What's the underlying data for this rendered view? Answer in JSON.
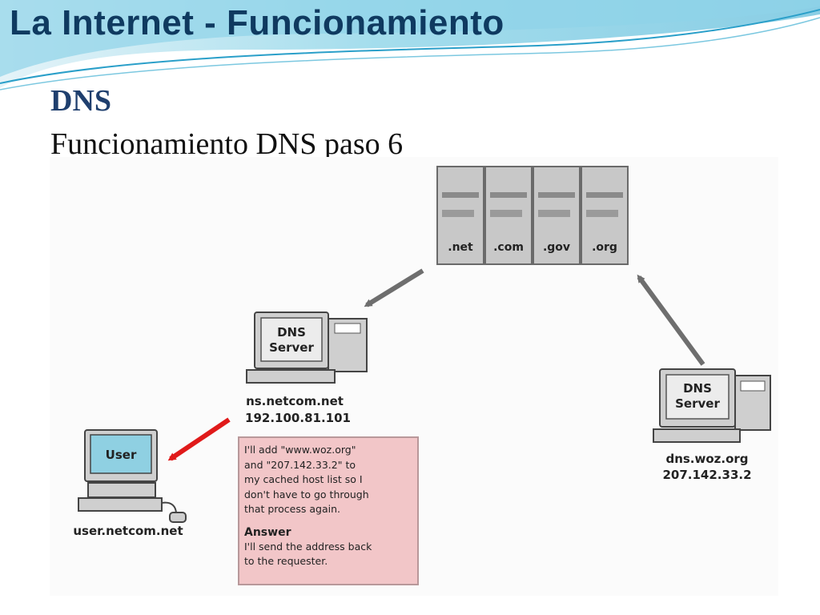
{
  "slide": {
    "title": "La Internet - Funcionamiento",
    "section": "DNS",
    "subtitle": "Funcionamiento DNS paso 6"
  },
  "diagram": {
    "root_servers": [
      ".net",
      ".com",
      ".gov",
      ".org"
    ],
    "local_dns": {
      "screen_label": "DNS\nServer",
      "hostname": "ns.netcom.net",
      "ip": "192.100.81.101"
    },
    "remote_dns": {
      "screen_label": "DNS\nServer",
      "hostname": "dns.woz.org",
      "ip": "207.142.33.2"
    },
    "user": {
      "screen_label": "User",
      "hostname": "user.netcom.net"
    },
    "note": {
      "text": "I'll add \"www.woz.org\"\nand \"207.142.33.2\" to\nmy cached host list so I\ndon't have to go through\nthat process again.",
      "heading": "Answer",
      "answer": "I'll send the address back\nto the requester."
    },
    "colors": {
      "user_screen": "#8fd0e2",
      "server_gray": "#c8c8c8",
      "arrow_gray": "#6e6e6e",
      "arrow_red": "#e01a1a",
      "note_bg": "#f2c6c8"
    }
  }
}
